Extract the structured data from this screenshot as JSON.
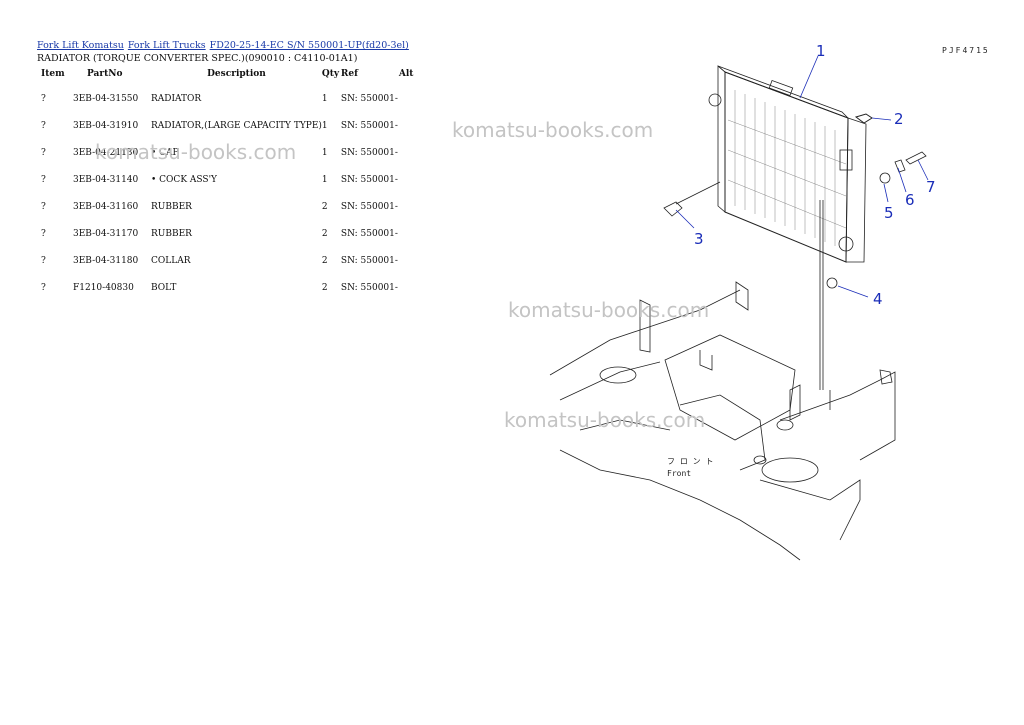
{
  "breadcrumb": {
    "links": [
      "Fork Lift Komatsu",
      "Fork Lift Trucks",
      "FD20-25-14-EC S/N 550001-UP(fd20-3el)"
    ]
  },
  "page_subtitle": "RADIATOR (TORQUE CONVERTER SPEC.)(090010 : C4110-01A1)",
  "doc_code": "PJF4715",
  "table": {
    "headers": [
      "Item",
      "PartNo",
      "Description",
      "Qty",
      "Ref",
      "Alt"
    ],
    "rows": [
      {
        "item": "?",
        "part_no": "3EB-04-31550",
        "description": "RADIATOR",
        "qty": "1",
        "ref": "SN: 550001-",
        "alt": ""
      },
      {
        "item": "?",
        "part_no": "3EB-04-31910",
        "description": "RADIATOR,(LARGE CAPACITY TYPE)",
        "qty": "1",
        "ref": "SN: 550001-",
        "alt": ""
      },
      {
        "item": "?",
        "part_no": "3EB-04-21130",
        "description": "• CAP",
        "qty": "1",
        "ref": "SN: 550001-",
        "alt": ""
      },
      {
        "item": "?",
        "part_no": "3EB-04-31140",
        "description": "• COCK ASS'Y",
        "qty": "1",
        "ref": "SN: 550001-",
        "alt": ""
      },
      {
        "item": "?",
        "part_no": "3EB-04-31160",
        "description": "RUBBER",
        "qty": "2",
        "ref": "SN: 550001-",
        "alt": ""
      },
      {
        "item": "?",
        "part_no": "3EB-04-31170",
        "description": "RUBBER",
        "qty": "2",
        "ref": "SN: 550001-",
        "alt": ""
      },
      {
        "item": "?",
        "part_no": "3EB-04-31180",
        "description": "COLLAR",
        "qty": "2",
        "ref": "SN: 550001-",
        "alt": ""
      },
      {
        "item": "?",
        "part_no": "F1210-40830",
        "description": "BOLT",
        "qty": "2",
        "ref": "SN: 550001-",
        "alt": ""
      }
    ]
  },
  "watermark_text": "komatsu-books.com",
  "diagram": {
    "callouts": [
      "1",
      "2",
      "3",
      "4",
      "5",
      "6",
      "7"
    ],
    "front_label_line1": "フ ロ ン ト",
    "front_label_line2": "Front",
    "callout_color": "#1a2db8"
  }
}
